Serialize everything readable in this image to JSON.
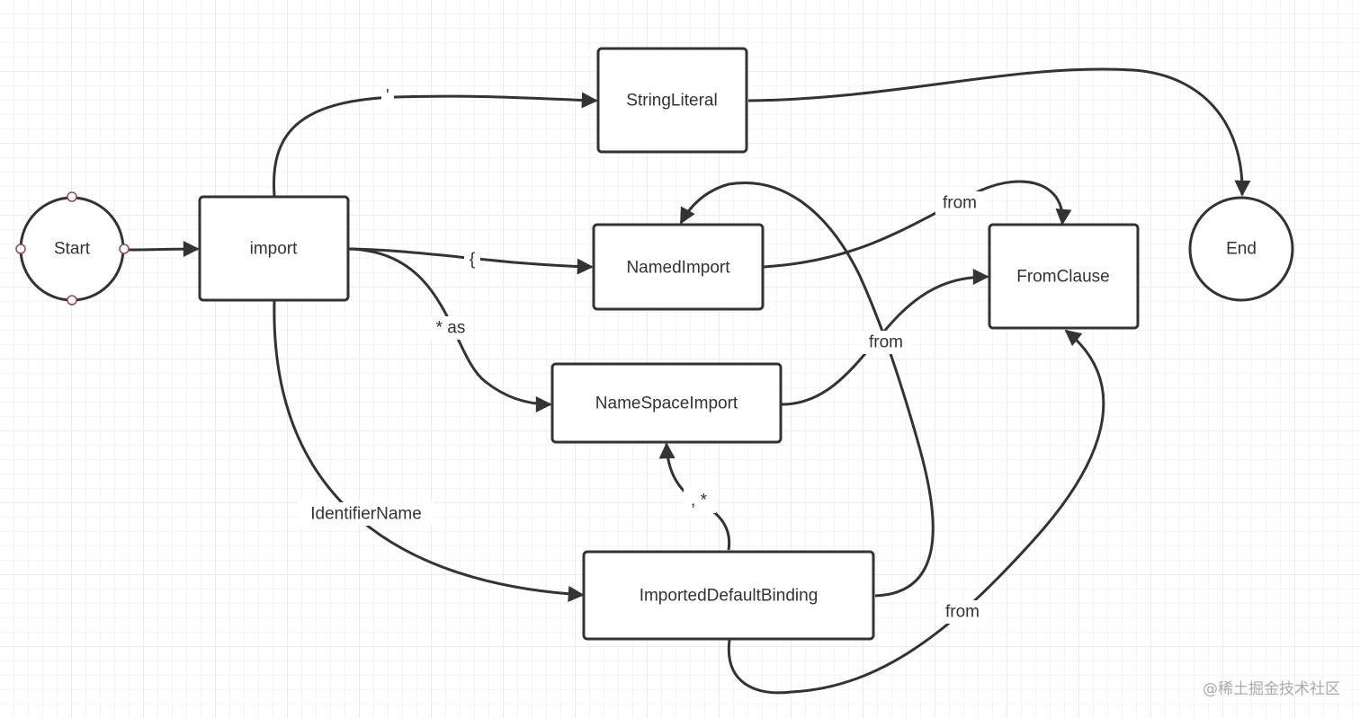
{
  "nodes": {
    "start": "Start",
    "import": "import",
    "string_literal": "StringLiteral",
    "named_import": "NamedImport",
    "name_space_import": "NameSpaceImport",
    "imported_default_binding": "ImportedDefaultBinding",
    "from_clause": "FromClause",
    "end": "End"
  },
  "edges": {
    "import_to_string_literal": "'",
    "import_to_named_import": "{",
    "import_to_name_space_import": "* as",
    "import_to_imported_default_binding": "IdentifierName",
    "named_import_to_from_clause": "from",
    "name_space_import_to_from_clause": "from",
    "imported_default_binding_to_name_space_import": ", *",
    "imported_default_binding_to_from_clause": "from"
  },
  "watermark": "@稀土掘金技术社区",
  "colors": {
    "stroke": "#333333",
    "port": "#a0434b",
    "grid": "#ececec"
  }
}
